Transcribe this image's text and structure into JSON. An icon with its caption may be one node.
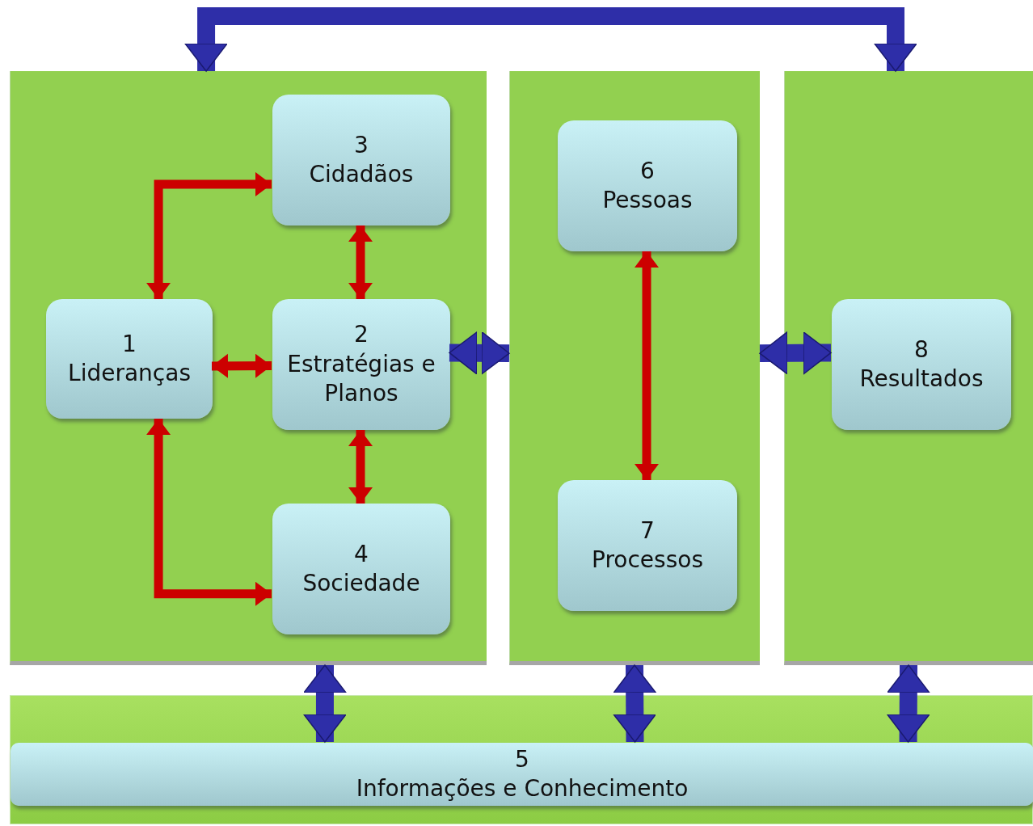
{
  "diagram": {
    "nodes": [
      {
        "text": [],
        "shape": "box"
      },
      {
        "text": [
          "3",
          "Cidadãos"
        ],
        "in": 0
      },
      {
        "text": [
          "1",
          "Lideranças"
        ],
        "in": 0
      },
      {
        "text": [
          "2",
          "Estratégias e Planos"
        ],
        "in": 0
      },
      {
        "text": [
          "4",
          "Sociedade"
        ],
        "in": 0
      },
      {
        "text": [],
        "shape": "box"
      },
      {
        "text": [
          "6",
          "Pessoas"
        ],
        "in": 5
      },
      {
        "text": [
          "7",
          "Processos"
        ],
        "in": 5
      },
      {
        "text": [],
        "shape": "box"
      },
      {
        "text": [
          "8",
          "Resultados"
        ],
        "in": 8
      },
      {
        "text": [],
        "shape": "bar"
      },
      {
        "text": [
          "5",
          "Informações e Conhecimento"
        ],
        "in": 10
      }
    ],
    "edges": [
      {
        "from": 0,
        "to": 8,
        "arrow": "both",
        "style": "thick",
        "color": "#2e2ea8"
      },
      {
        "from": 2,
        "to": 1,
        "arrow": "both",
        "color": "#cc0000"
      },
      {
        "from": 2,
        "to": 4,
        "arrow": "both",
        "color": "#cc0000"
      },
      {
        "from": 2,
        "to": 3,
        "arrow": "both",
        "color": "#cc0000"
      },
      {
        "from": 1,
        "to": 3,
        "arrow": "both",
        "color": "#cc0000"
      },
      {
        "from": 3,
        "to": 4,
        "arrow": "both",
        "color": "#cc0000"
      },
      {
        "from": 3,
        "to": 5,
        "arrow": "both",
        "style": "thick",
        "color": "#2e2ea8"
      },
      {
        "from": 6,
        "to": 7,
        "arrow": "both",
        "color": "#cc0000"
      },
      {
        "from": 5,
        "to": 9,
        "arrow": "both",
        "style": "thick",
        "color": "#2e2ea8"
      },
      {
        "from": 0,
        "to": 11,
        "arrow": "both",
        "style": "thick",
        "color": "#2e2ea8"
      },
      {
        "from": 5,
        "to": 11,
        "arrow": "both",
        "style": "thick",
        "color": "#2e2ea8"
      },
      {
        "from": 8,
        "to": 11,
        "arrow": "both",
        "style": "thick",
        "color": "#2e2ea8"
      }
    ]
  }
}
